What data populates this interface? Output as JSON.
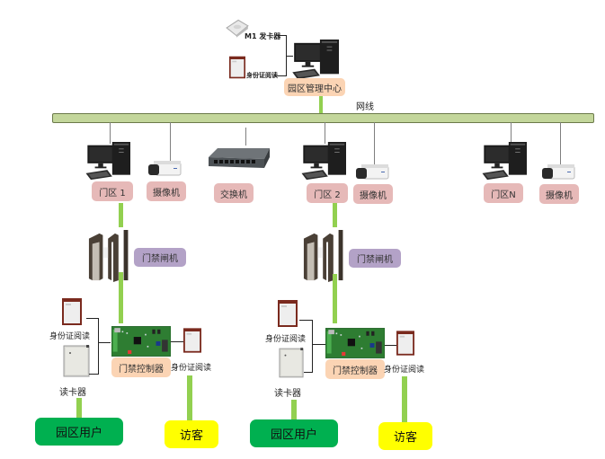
{
  "diagram": {
    "center": {
      "title": "园区管理中心",
      "card_issuer": "M1 发卡器",
      "id_reader": "身份证阅读"
    },
    "network_label": "网线",
    "switch_label": "交换机",
    "zones": [
      {
        "name": "门区 1",
        "camera": "摄像机"
      },
      {
        "name": "门区 2",
        "camera": "摄像机"
      },
      {
        "name": "门区N",
        "camera": "摄像机"
      }
    ],
    "gates": [
      {
        "turnstile": "门禁闸机",
        "controller": "门禁控制器",
        "id_reader_left": "身份证阅读",
        "card_reader": "读卡器",
        "id_reader_right": "身份证阅读",
        "user": "园区用户",
        "visitor": "访客"
      },
      {
        "turnstile": "门禁闸机",
        "controller": "门禁控制器",
        "id_reader_left": "身份证阅读",
        "card_reader": "读卡器",
        "id_reader_right": "身份证阅读",
        "user": "园区用户",
        "visitor": "访客"
      }
    ],
    "colors": {
      "bus": "#c3d69b",
      "link": "#92d050",
      "zone_label": "#e6b9b8",
      "center_label": "#fbd4b4",
      "turnstile_label": "#b3a2c7",
      "user_box": "#00b050",
      "visitor_box": "#ffff00"
    }
  }
}
